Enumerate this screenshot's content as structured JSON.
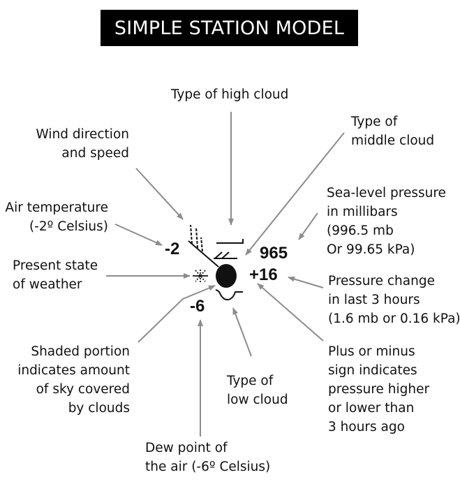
{
  "title": "SIMPLE STATION MODEL",
  "station": {
    "temperature": "-2",
    "dew_point": "-6",
    "pressure": "965",
    "pressure_change": "+16",
    "sky_cover": "overcast (filled circle)",
    "present_weather_symbol": "asterisk (snow)"
  },
  "labels": {
    "high_cloud": [
      "Type of high cloud"
    ],
    "middle_cloud": [
      "Type of",
      "middle cloud"
    ],
    "wind": [
      "Wind direction",
      "and speed"
    ],
    "air_temp": [
      "Air temperature",
      "(-2º Celsius)"
    ],
    "sea_level_pressure": [
      "Sea-level pressure",
      "in millibars",
      "(996.5 mb",
      "Or 99.65 kPa)"
    ],
    "present_weather": [
      "Present state",
      "of weather"
    ],
    "pressure_change": [
      "Pressure change",
      "in last 3 hours",
      "(1.6 mb or 0.16 kPa)"
    ],
    "sky_cover": [
      "Shaded  portion",
      "indicates amount",
      "of sky covered",
      "by clouds"
    ],
    "low_cloud": [
      "Type of",
      "low cloud"
    ],
    "plus_minus": [
      "Plus or minus",
      "sign indicates",
      "pressure higher",
      "or lower than",
      "3 hours ago"
    ],
    "dew_point": [
      "Dew point of",
      "the air (-6º Celsius)"
    ]
  },
  "colors": {
    "title_bg": "#000000",
    "title_fg": "#ffffff",
    "arrow": "#8c8c8c",
    "symbol": "#111111"
  }
}
